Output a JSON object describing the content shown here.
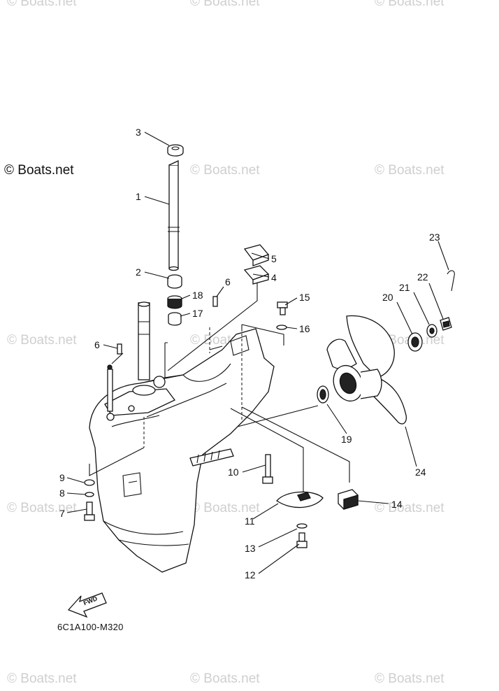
{
  "watermark": {
    "brand": "© Boats.net",
    "brand_visible": "© Boats.net"
  },
  "diagram_code": "6C1A100-M320",
  "fwd_label": "FWD",
  "callouts": [
    "1",
    "2",
    "3",
    "4",
    "5",
    "6",
    "6",
    "7",
    "8",
    "9",
    "10",
    "11",
    "12",
    "13",
    "14",
    "15",
    "16",
    "17",
    "18",
    "19",
    "20",
    "21",
    "22",
    "23",
    "24"
  ],
  "colors": {
    "line": "#111111",
    "watermark": "#cfcfcf",
    "background": "#ffffff"
  }
}
